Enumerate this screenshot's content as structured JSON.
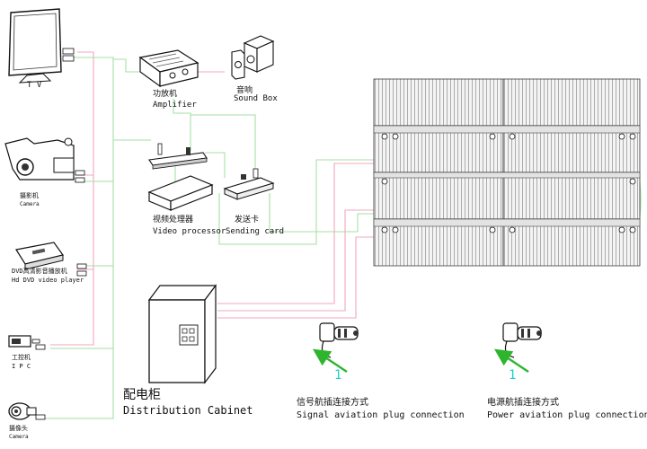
{
  "devices": {
    "tv": {
      "label": "T V"
    },
    "camera": {
      "label_zh": "摄影机",
      "label_en": "Camera"
    },
    "dvd": {
      "label_zh": "DVD高清影音播放机",
      "label_en": "Hd DVD video player"
    },
    "ipc": {
      "label_zh": "工控机",
      "label_en": "I P C"
    },
    "webcam": {
      "label_zh": "摄像头",
      "label_en": "Camera"
    },
    "amplifier": {
      "label_zh": "功放机",
      "label_en": "Amplifier"
    },
    "sound_box": {
      "label_zh": "音响",
      "label_en": "Sound Box"
    },
    "video_processor": {
      "label_zh": "视频处理器",
      "label_en": "Video processor"
    },
    "sending_card": {
      "label_zh": "发送卡",
      "label_en": "Sending card"
    },
    "cabinet": {
      "label_zh": "配电柜",
      "label_en": "Distribution Cabinet"
    }
  },
  "connections": {
    "signal": {
      "number": "1",
      "label_zh": "信号航插连接方式",
      "label_en": "Signal aviation plug connection"
    },
    "power": {
      "number": "1",
      "label_zh": "电源航插连接方式",
      "label_en": "Power aviation plug connection"
    }
  },
  "colors": {
    "green_line": "#a6dfa6",
    "pink_line": "#f2a7c0",
    "marker": "#1fd0c8",
    "arrow": "#2eb52e"
  }
}
